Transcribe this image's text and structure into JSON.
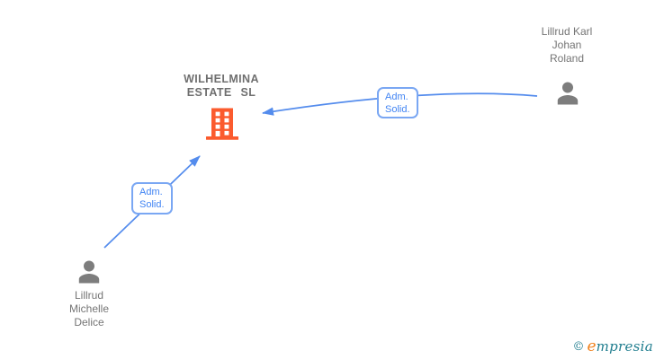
{
  "company": {
    "name_line1": "WILHELMINA",
    "name_line2": "ESTATE SL",
    "icon": "building-icon"
  },
  "persons": [
    {
      "name_line1": "Lillrud Karl",
      "name_line2": "Johan",
      "name_line3": "Roland",
      "icon": "person-icon"
    },
    {
      "name_line1": "Lillrud",
      "name_line2": "Michelle",
      "name_line3": "Delice",
      "icon": "person-icon"
    }
  ],
  "relations": [
    {
      "from": "Lillrud Karl Johan Roland",
      "to": "WILHELMINA ESTATE SL",
      "label_line1": "Adm.",
      "label_line2": "Solid."
    },
    {
      "from": "Lillrud Michelle Delice",
      "to": "WILHELMINA ESTATE SL",
      "label_line1": "Adm.",
      "label_line2": "Solid."
    }
  ],
  "footer": {
    "copyright_symbol": "©",
    "brand_initial": "e",
    "brand_rest": "mpresia"
  },
  "colors": {
    "arrow_blue": "#548ced",
    "label_border_blue": "#7aa7f3",
    "label_text_blue": "#4184f3",
    "person_gray": "#7d7d7d",
    "name_text_gray": "#757575",
    "company_text_gray": "#6f6f6f",
    "building_orange": "#fb5b2e",
    "brand_teal": "#1f7d8e",
    "brand_orange": "#f0821e",
    "background": "#ffffff"
  }
}
